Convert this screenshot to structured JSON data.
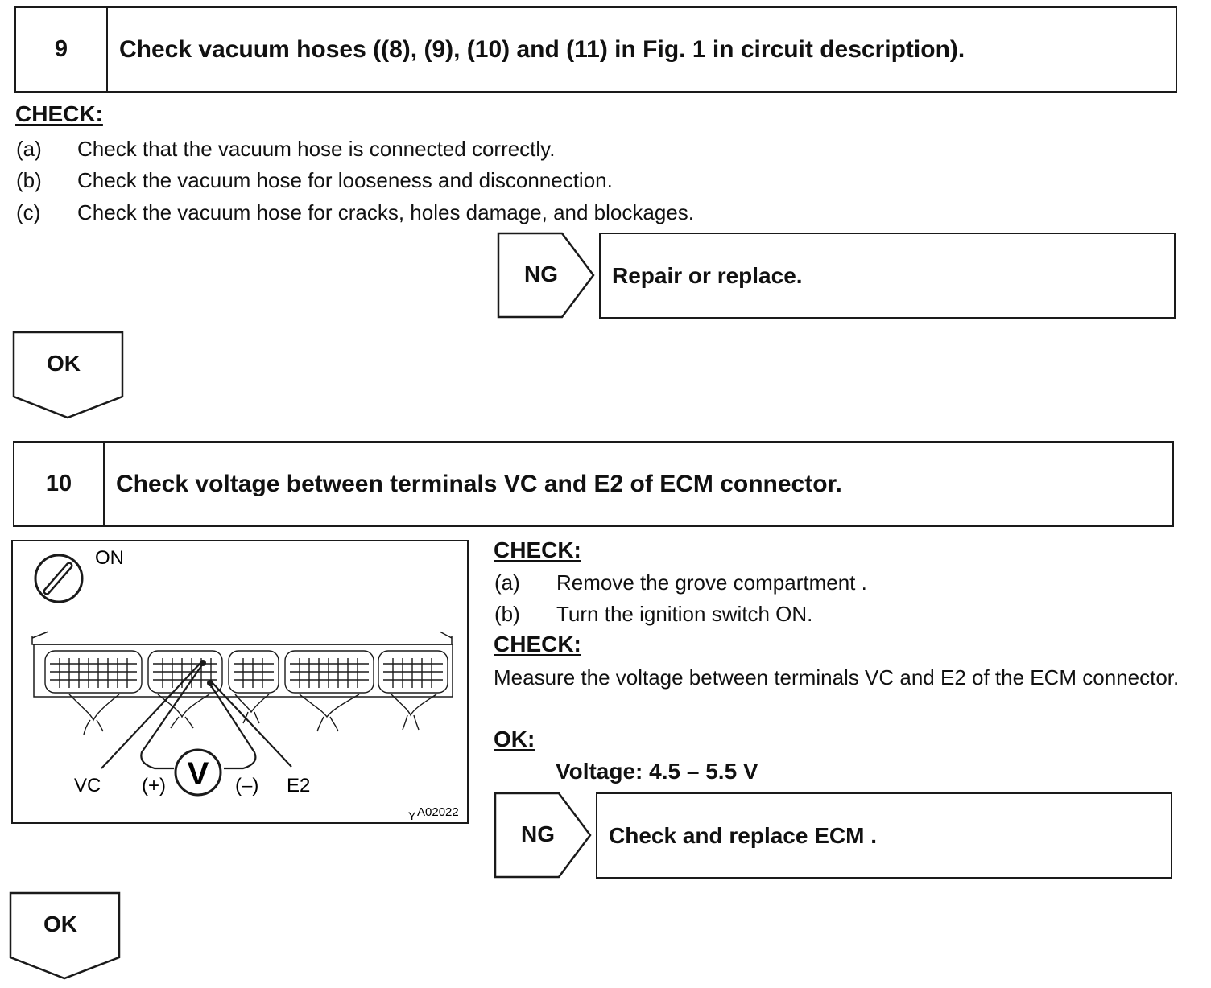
{
  "step9": {
    "number": "9",
    "title": "Check vacuum hoses ((8), (9), (10) and (11) in Fig. 1 in circuit description).",
    "check_heading": "CHECK:",
    "items": [
      {
        "letter": "(a)",
        "text": "Check that the vacuum hose is connected correctly."
      },
      {
        "letter": "(b)",
        "text": "Check the vacuum hose for looseness and disconnection."
      },
      {
        "letter": "(c)",
        "text": "Check the vacuum hose for cracks, holes damage, and blockages."
      }
    ],
    "ng_label": "NG",
    "ng_result": "Repair or replace.",
    "ok_label": "OK"
  },
  "step10": {
    "number": "10",
    "title": "Check voltage between terminals VC and E2 of ECM connector.",
    "check_heading_1": "CHECK:",
    "prep_items": [
      {
        "letter": "(a)",
        "text": "Remove the grove compartment ."
      },
      {
        "letter": "(b)",
        "text": "Turn the ignition switch ON."
      }
    ],
    "check_heading_2": "CHECK:",
    "measure_text": "Measure the voltage between terminals VC and E2 of the ECM connector.",
    "ok_heading": "OK:",
    "spec": "Voltage: 4.5 – 5.5 V",
    "ng_label": "NG",
    "ng_result": "Check and replace ECM .",
    "ok_label": "OK"
  },
  "figure": {
    "ignition_label": "ON",
    "vc_label": "VC",
    "plus_label": "(+)",
    "meter_label": "V",
    "minus_label": "(–)",
    "e2_label": "E2",
    "figure_id": "A02022",
    "figure_prefix": "Y"
  }
}
